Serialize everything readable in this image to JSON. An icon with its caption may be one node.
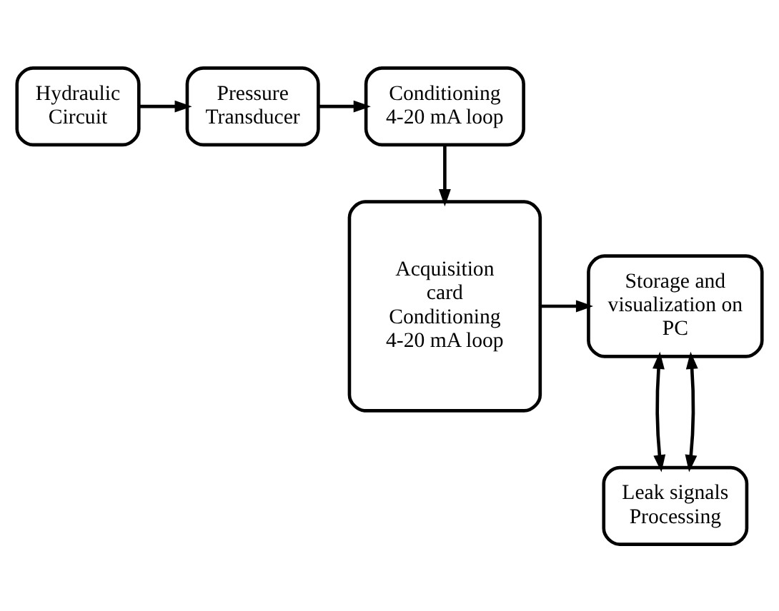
{
  "diagram": {
    "nodes": [
      {
        "text": [
          "Hydraulic Circuit"
        ]
      },
      {
        "text": [
          "Pressure Transducer"
        ]
      },
      {
        "text": [
          "Conditioning 4-20 mA loop"
        ]
      },
      {
        "text": [
          "Storage and visualization on PC"
        ]
      },
      {
        "text": [
          "Acquisition card Conditioning 4-20 mA loop"
        ]
      },
      {
        "text": [
          "Leak signals Processing"
        ]
      }
    ],
    "edges": [
      {
        "from": 0,
        "to": 1,
        "arrow": "to"
      },
      {
        "from": 1,
        "to": 2,
        "arrow": "to"
      },
      {
        "from": 2,
        "to": 4,
        "arrow": "to"
      },
      {
        "from": 4,
        "to": 3,
        "arrow": "to"
      },
      {
        "from": 3,
        "to": 5,
        "arrow": "both"
      },
      {
        "from": 3,
        "to": 5,
        "arrow": "both"
      }
    ]
  }
}
